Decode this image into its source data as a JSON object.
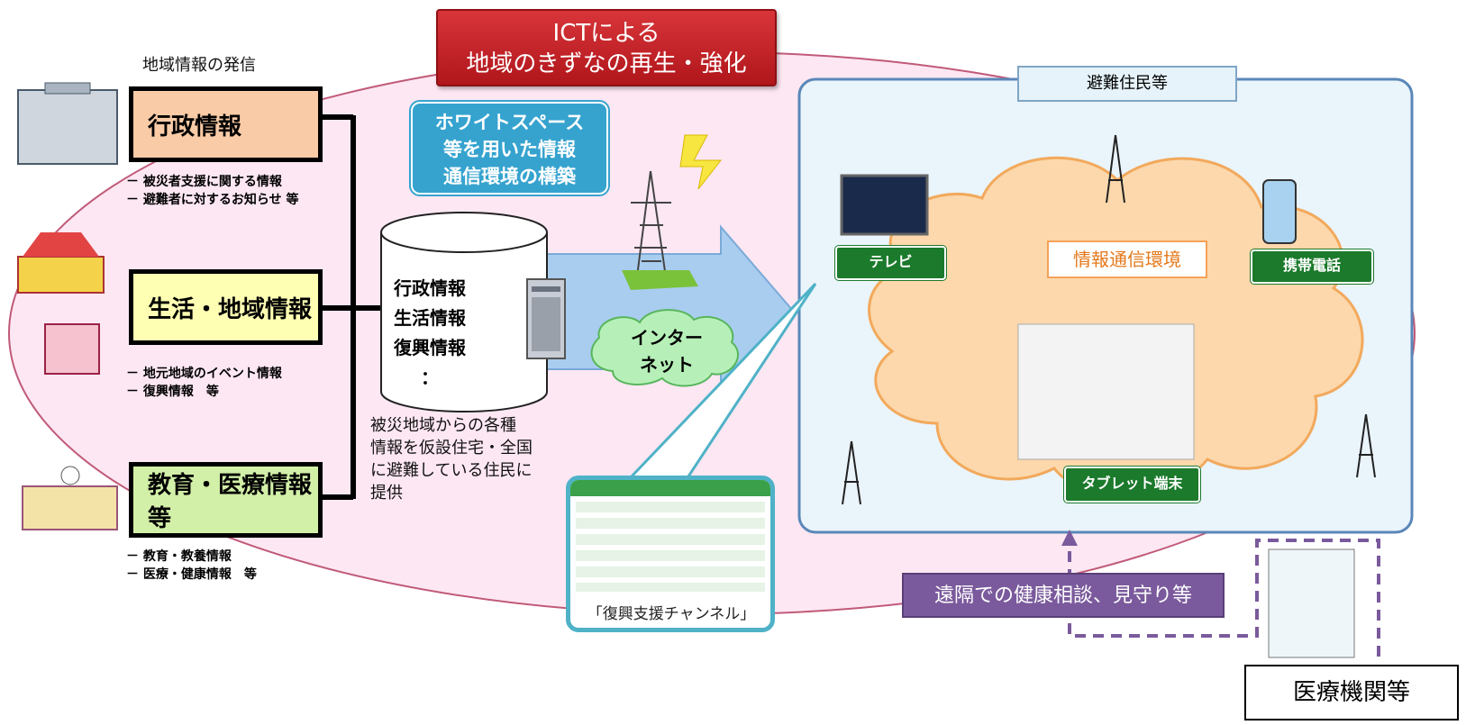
{
  "title": {
    "line1": "ICTによる",
    "line2": "地域のきずなの再生・強化"
  },
  "source_heading": "地域情報の発信",
  "categories": {
    "admin": {
      "label": "行政情報",
      "bullets": [
        "－ 被災者支援に関する情報",
        "－ 避難者に対するお知らせ 等"
      ]
    },
    "life": {
      "label": "生活・地域情報",
      "bullets": [
        "－ 地元地域のイベント情報",
        "－ 復興情報　等"
      ]
    },
    "edu": {
      "label": "教育・医療情報等",
      "bullets": [
        "－ 教育・教養情報",
        "－ 医療・健康情報　等"
      ]
    }
  },
  "database": {
    "items": [
      "行政情報",
      "生活情報",
      "復興情報",
      "："
    ]
  },
  "database_desc": [
    "被災地域からの各種",
    "情報を仮設住宅・全国",
    "に避難している住民に",
    "提供"
  ],
  "whitespace_bubble": [
    "ホワイトスペース",
    "等を用いた情報",
    "通信環境の構築"
  ],
  "internet": [
    "インター",
    "ネット"
  ],
  "evacuees_label": "避難住民等",
  "devices": {
    "tv": "テレビ",
    "mobile": "携帯電話",
    "tablet": "タブレット端末"
  },
  "net_env": "情報通信環境",
  "channel_caption": "「復興支援チャンネル」",
  "remote_label": "遠隔での健康相談、見守り等",
  "medical_label": "医療機関等",
  "colors": {
    "ellipse": "#fde7f3",
    "cloud": "#fcd8ac",
    "evac_panel": "#eaf4fb",
    "arrow": "#a9cdef"
  }
}
